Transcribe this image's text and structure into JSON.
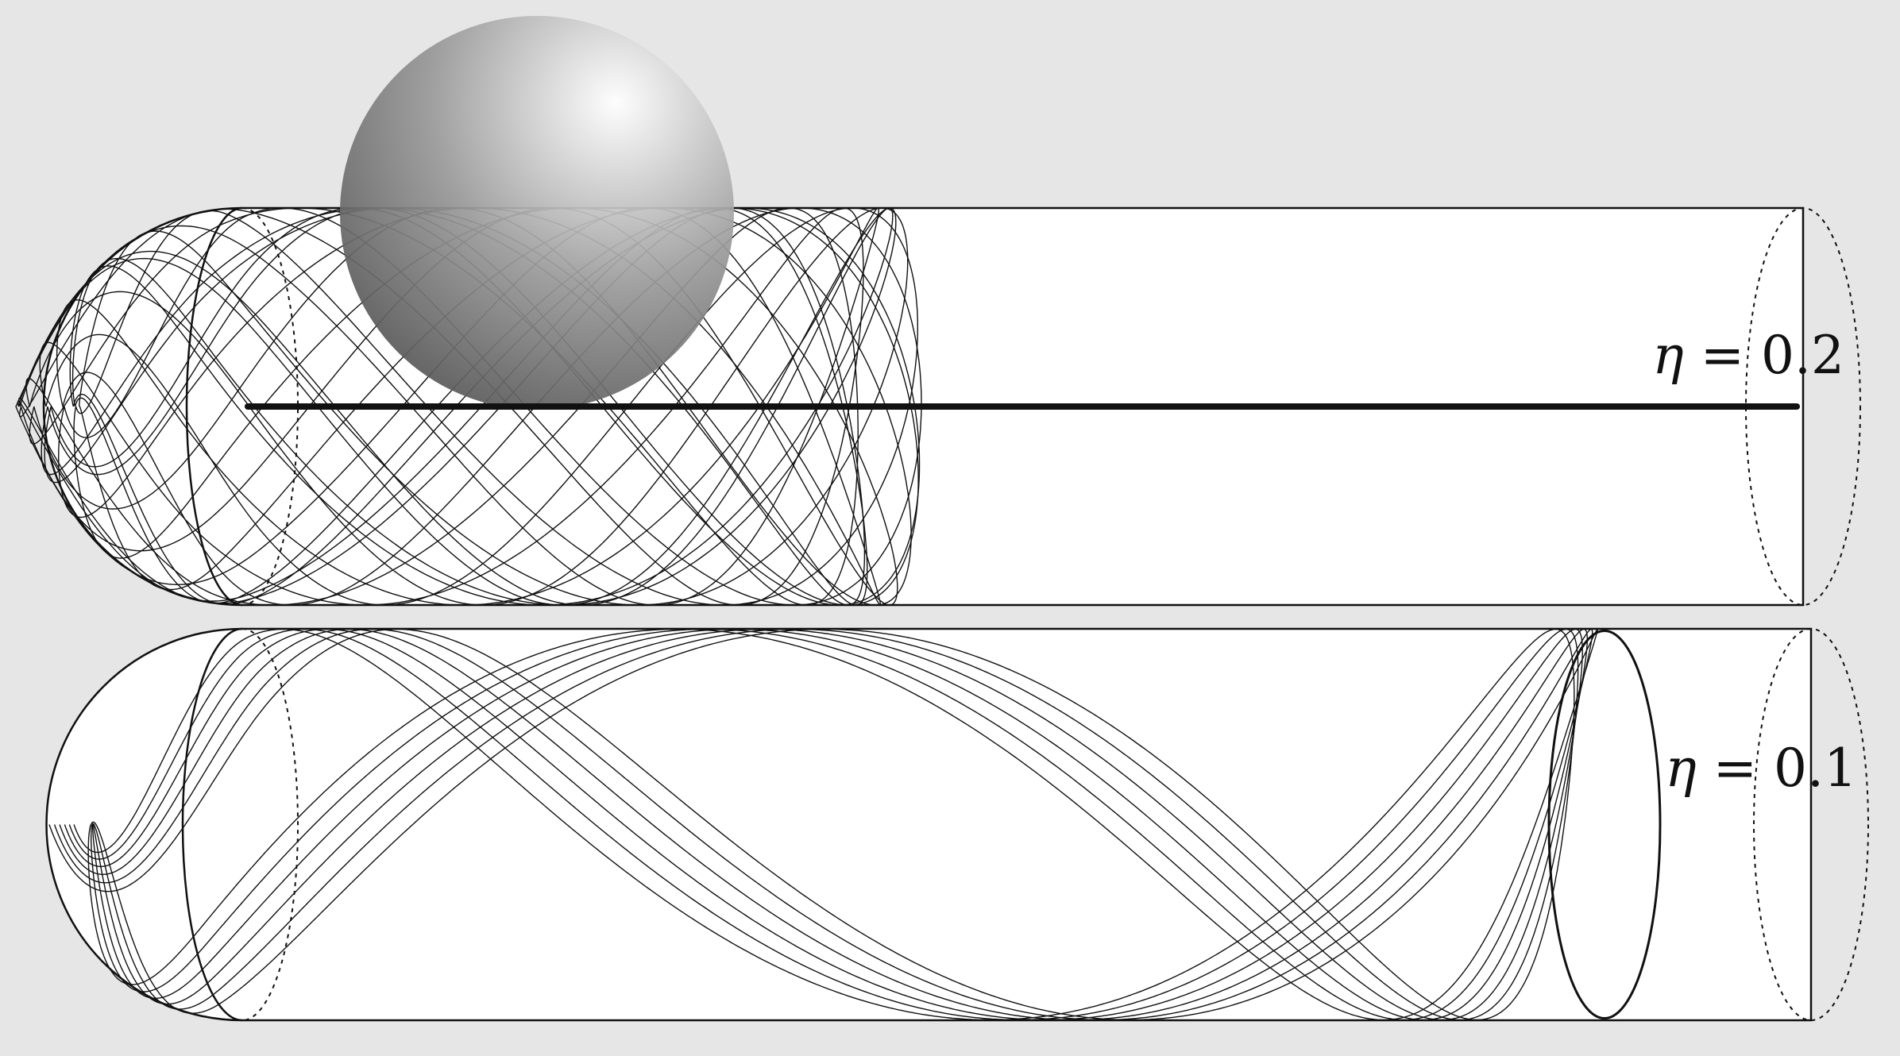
{
  "colors": {
    "background": "#e6e6e6",
    "tube_fill": "#ffffff",
    "line": "#111111",
    "sphere_light": "#ffffff",
    "sphere_dark": "#5a5a5a"
  },
  "panels": [
    {
      "label_symbol": "η",
      "label_rest": " = 0.2",
      "eta": 0.2
    },
    {
      "label_symbol": "η",
      "label_rest": " = 0.1",
      "eta": 0.1
    }
  ]
}
